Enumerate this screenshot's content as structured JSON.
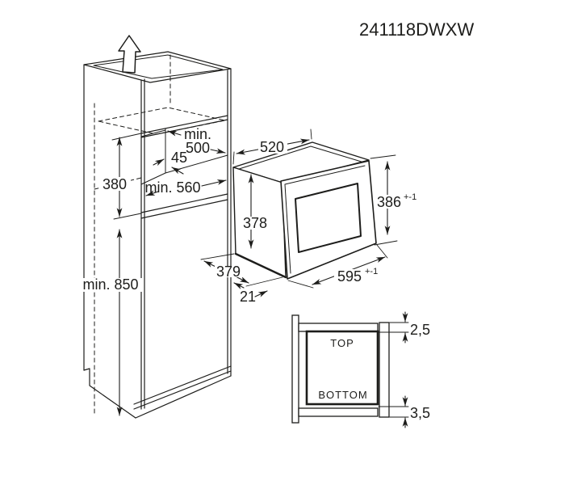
{
  "title": "241118DWXW",
  "colors": {
    "line": "#1d1d1b",
    "background": "#ffffff"
  },
  "icons": {
    "vent": "up-arrow"
  },
  "cabinet": {
    "dim_niche_width_line1": "min.",
    "dim_niche_width_line2": "500",
    "dim_vent_offset": "45",
    "dim_niche_depth": "min. 560",
    "dim_niche_height": "380",
    "dim_floor_height": "min. 850"
  },
  "microwave": {
    "dim_body_width": "520",
    "dim_body_height": "378",
    "dim_front_height": "386",
    "dim_front_height_tol": "+-1",
    "dim_front_width": "595",
    "dim_front_width_tol": "+-1",
    "dim_body_depth": "379",
    "dim_frame_lip": "21"
  },
  "section": {
    "label_top": "TOP",
    "label_bottom": "BOTTOM",
    "dim_top_clearance": "2,5",
    "dim_bottom_clearance": "3,5"
  }
}
